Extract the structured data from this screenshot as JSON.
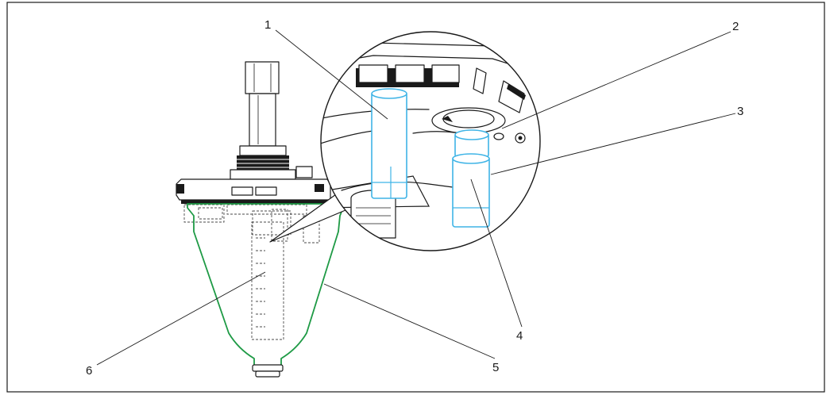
{
  "colors": {
    "outline": "#1a1a1a",
    "funnel": "#1e9a45",
    "highlight": "#3fb4e6",
    "background": "#ffffff"
  },
  "callouts": [
    {
      "id": "1",
      "label": "1"
    },
    {
      "id": "2",
      "label": "2"
    },
    {
      "id": "3",
      "label": "3"
    },
    {
      "id": "4",
      "label": "4"
    },
    {
      "id": "5",
      "label": "5"
    },
    {
      "id": "6",
      "label": "6"
    }
  ]
}
